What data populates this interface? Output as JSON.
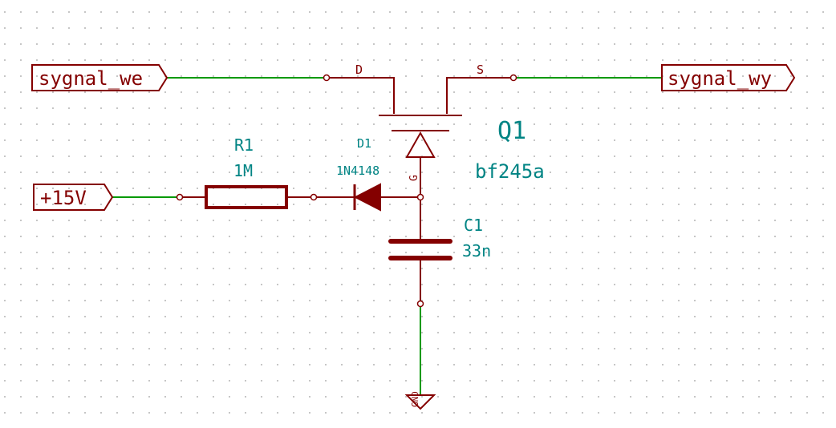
{
  "colors": {
    "wire": "#009900",
    "symbol": "#840000",
    "ref_text": "#008484",
    "pin_text": "#840000",
    "grid_dot": "#b4b4b4",
    "background": "#ffffff"
  },
  "labels": {
    "input": "sygnal_we",
    "output": "sygnal_wy",
    "power": "+15V"
  },
  "pins": {
    "drain": "D",
    "source": "S",
    "gate": "G"
  },
  "components": {
    "q1": {
      "ref": "Q1",
      "value": "bf245a"
    },
    "r1": {
      "ref": "R1",
      "value": "1M"
    },
    "d1": {
      "ref": "D1",
      "value": "1N4148"
    },
    "c1": {
      "ref": "C1",
      "value": "33n"
    }
  },
  "ground": {
    "name": "GND"
  }
}
